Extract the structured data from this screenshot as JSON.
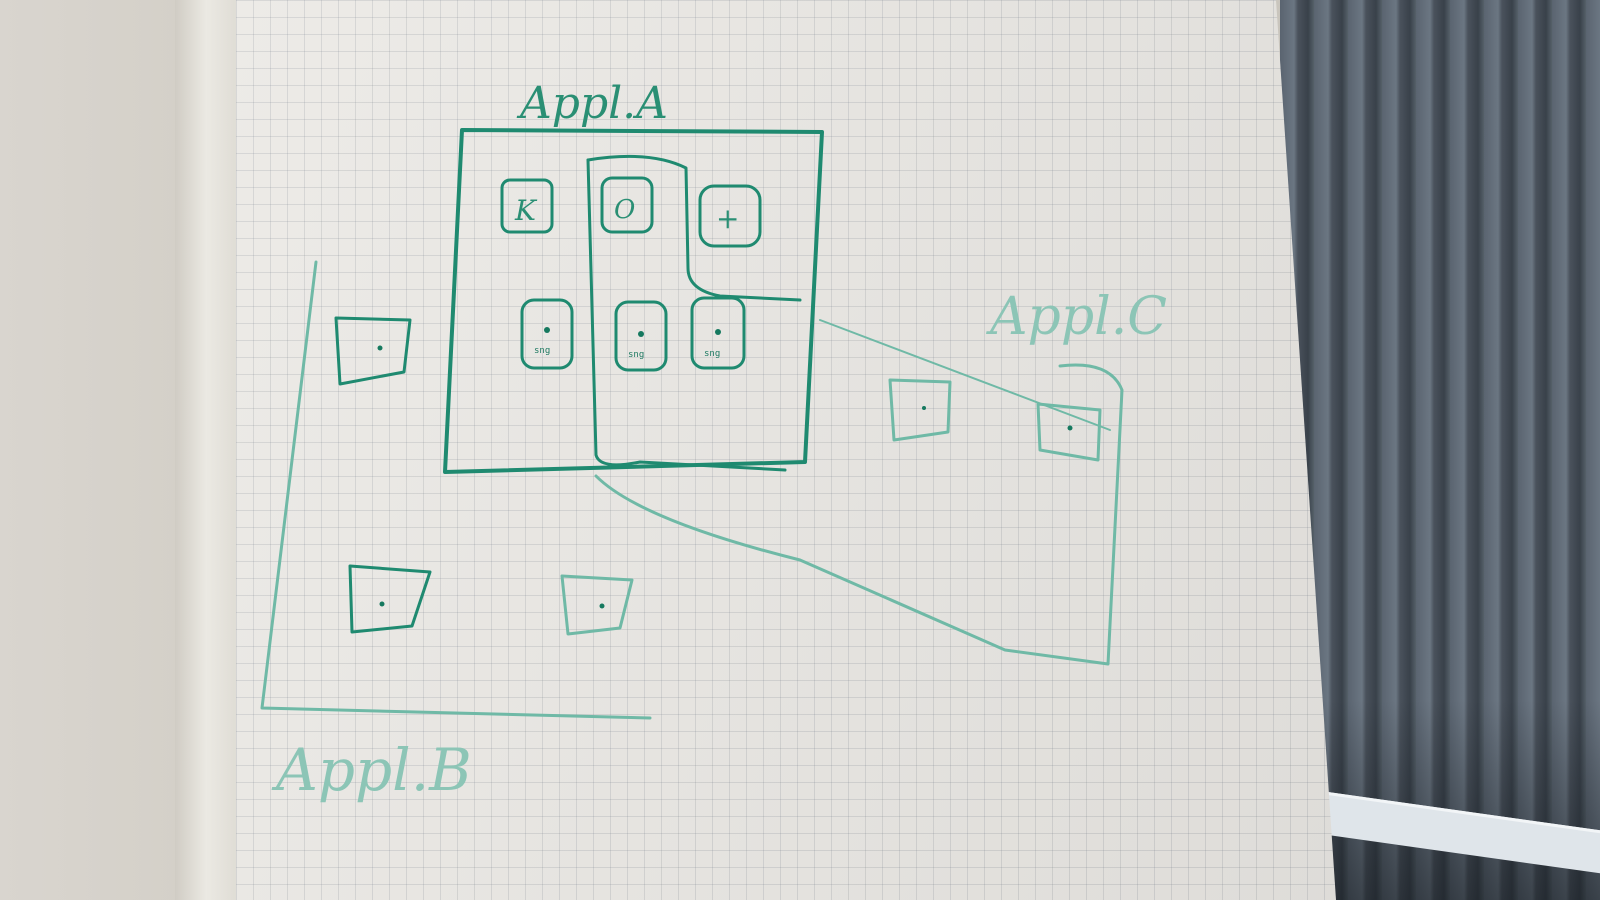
{
  "labels": {
    "appl_a": "Appl.A",
    "appl_b": "Appl.B",
    "appl_c": "Appl.C"
  },
  "icons_a_row1": [
    "K",
    "O",
    "+"
  ],
  "icons_a_row2": [
    "sng",
    "sng",
    "sng"
  ],
  "colors": {
    "ink": "#1f8a70",
    "ink_faint": "#6fb9a6",
    "paper": "#eceae6",
    "curtain": "#4f5964"
  }
}
